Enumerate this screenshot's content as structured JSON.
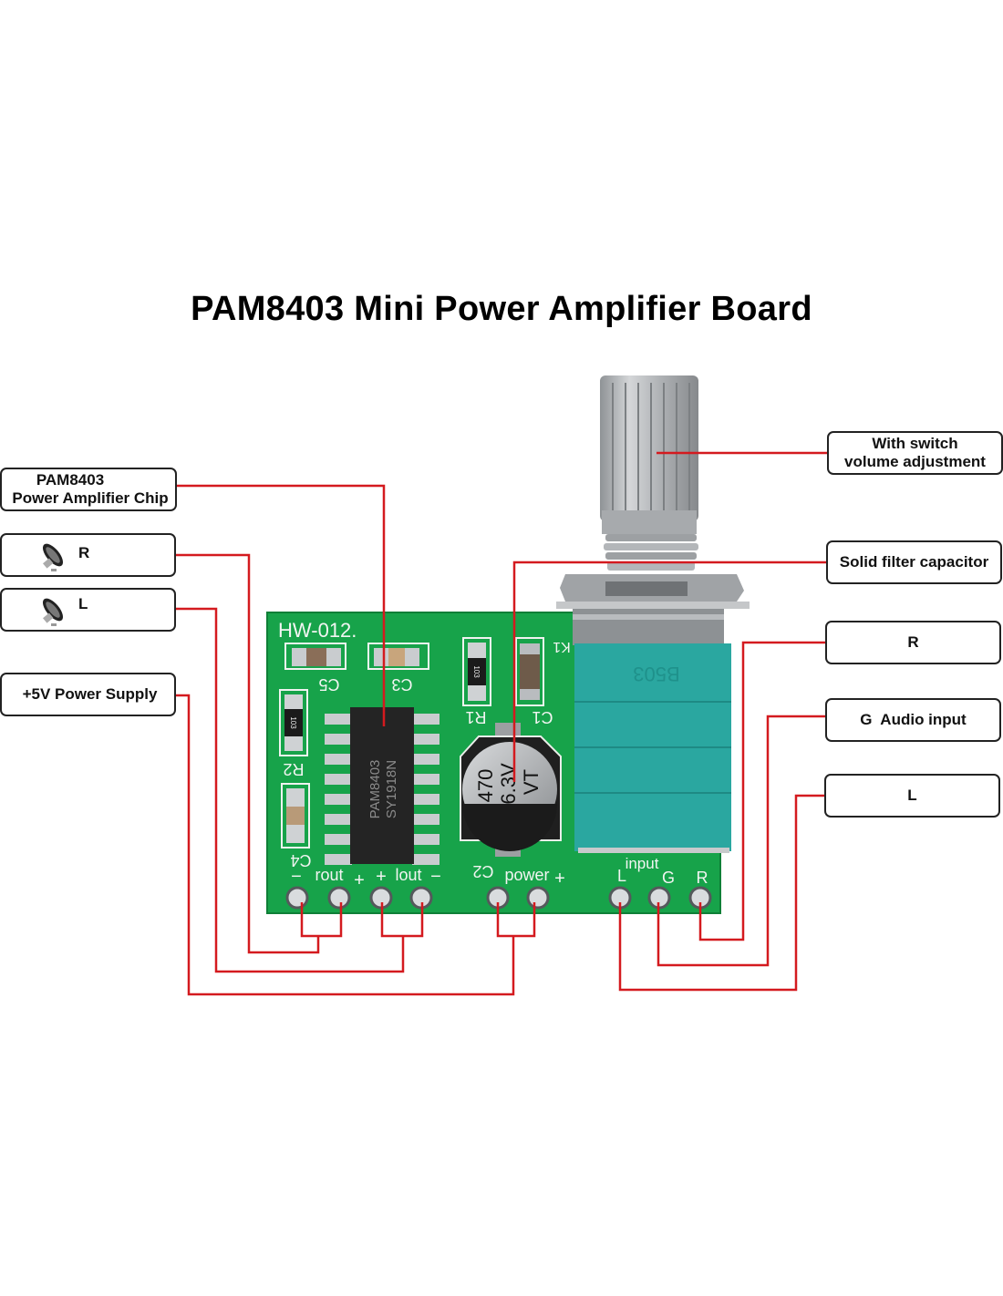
{
  "title": "PAM8403 Mini Power Amplifier Board",
  "colors": {
    "wire": "#d41a1f",
    "pcb": "#15a548",
    "pcb_dark": "#0f8a3b",
    "potentiometer_body": "#2aa7a0",
    "metal": "#b9bcbf",
    "label_border": "#222222"
  },
  "left_labels": [
    {
      "id": "chip",
      "line1": "PAM8403",
      "line2": "Power Amplifier Chip"
    },
    {
      "id": "speaker_r",
      "icon": "speaker-icon",
      "text": "R"
    },
    {
      "id": "speaker_l",
      "icon": "speaker-icon",
      "text": "L"
    },
    {
      "id": "power",
      "text": "+5V Power Supply"
    }
  ],
  "right_labels": [
    {
      "id": "volume",
      "line1": "With switch",
      "line2": "volume adjustment"
    },
    {
      "id": "capacitor",
      "text": "Solid filter capacitor"
    },
    {
      "id": "input_r",
      "text": "R"
    },
    {
      "id": "input_g",
      "text": "G  Audio input"
    },
    {
      "id": "input_l",
      "text": "L"
    }
  ],
  "board": {
    "model": "HW-012.",
    "chip_marking_1": "PAM8403",
    "chip_marking_2": "SY1918N",
    "capacitor_marking_1": "470",
    "capacitor_marking_2": "6.3V",
    "capacitor_marking_3": "VT",
    "pot_marking": "B503",
    "resistor_code": "103",
    "silkscreen": {
      "c5": "C5",
      "c3": "C3",
      "r1": "R1",
      "c1": "C1",
      "k1": "K1",
      "r2": "R2",
      "c4": "C4",
      "c2": "C2",
      "rout": "rout",
      "lout": "lout",
      "power": "power",
      "input": "input",
      "minus": "−",
      "plus": "+",
      "pin_l": "L",
      "pin_g": "G",
      "pin_r": "R"
    }
  }
}
